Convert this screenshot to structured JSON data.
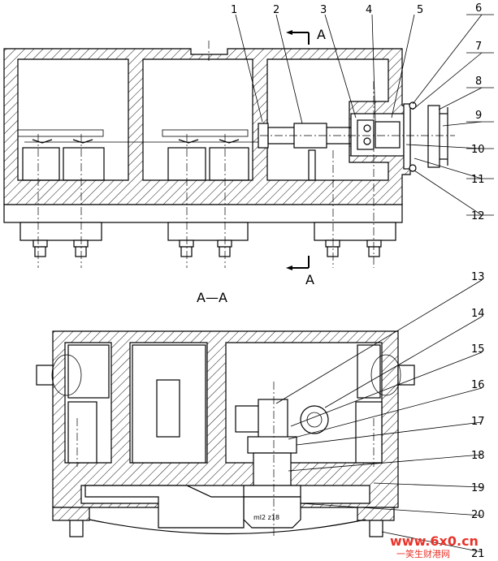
{
  "part_labels": [
    "1",
    "2",
    "3",
    "4",
    "5",
    "6",
    "7",
    "8",
    "9",
    "10",
    "11",
    "12",
    "13",
    "14",
    "15",
    "16",
    "17",
    "18",
    "19",
    "20",
    "21"
  ],
  "section_marks": {
    "top": "A",
    "bottom": "A",
    "view_title": "A—A"
  },
  "gear_engraving": "ml2 z18",
  "watermark": {
    "site": "www.6x0.cn",
    "name": "一笑生财港网"
  }
}
